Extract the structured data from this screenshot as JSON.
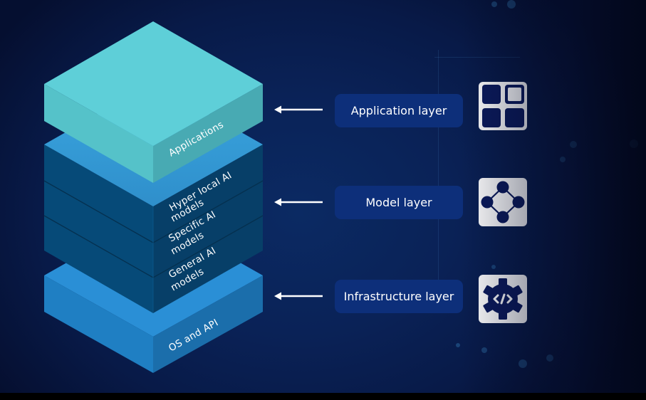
{
  "diagram": {
    "stack": {
      "top_slab": {
        "label": "Applications",
        "color_top": "#5ecfd8",
        "color_left": "#55c2c9",
        "color_right": "#48aab3"
      },
      "middle_block": {
        "layers": [
          {
            "label_line1": "Hyper local AI",
            "label_line2": "models"
          },
          {
            "label_line1": "Specific AI",
            "label_line2": "models"
          },
          {
            "label_line1": "General AI",
            "label_line2": "models"
          }
        ],
        "color_top": "#3aa6e0",
        "color_left": "#064a78",
        "color_right": "#073f68"
      },
      "bottom_slab": {
        "label": "OS and API",
        "color_top": "#2a8fd6",
        "color_left": "#1f7fc3",
        "color_right": "#1b6eab"
      }
    },
    "layers": [
      {
        "name": "Application layer",
        "icon": "app-grid-icon"
      },
      {
        "name": "Model layer",
        "icon": "network-nodes-icon"
      },
      {
        "name": "Infrastructure layer",
        "icon": "gear-code-icon"
      }
    ],
    "colors": {
      "background": "#0a2257",
      "label_box": "#0d2f7a",
      "icon_fg": "#0b1a5c",
      "icon_bg": "#ffffff",
      "arrow": "#ffffff"
    }
  }
}
